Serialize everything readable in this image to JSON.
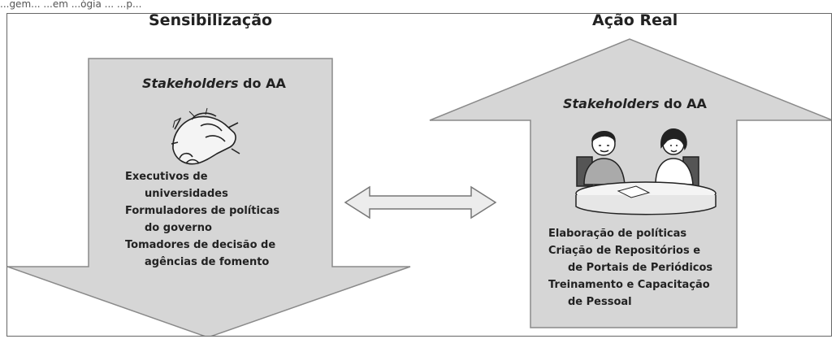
{
  "caption": "...gem... ...em ...ógia ... ...p...",
  "left": {
    "heading": "Sensibilização",
    "stakeholders_em": "Stakeholders",
    "stakeholders_rest": " do AA",
    "items": [
      "Executivos de",
      "universidades",
      "Formuladores de políticas",
      "do governo",
      "Tomadores de decisão de",
      "agências de fomento"
    ]
  },
  "right": {
    "heading": "Ação Real",
    "stakeholders_em": "Stakeholders",
    "stakeholders_rest": " do AA",
    "items": [
      "Elaboração de políticas",
      "Criação de Repositórios e",
      "de Portais de Periódicos",
      "Treinamento e Capacitação",
      "de Pessoal"
    ]
  },
  "colors": {
    "arrow_fill": "#d6d6d6",
    "arrow_stroke": "#8a8a8a"
  },
  "icons": [
    "handshake-icon",
    "meeting-people-icon",
    "double-arrow-icon"
  ]
}
